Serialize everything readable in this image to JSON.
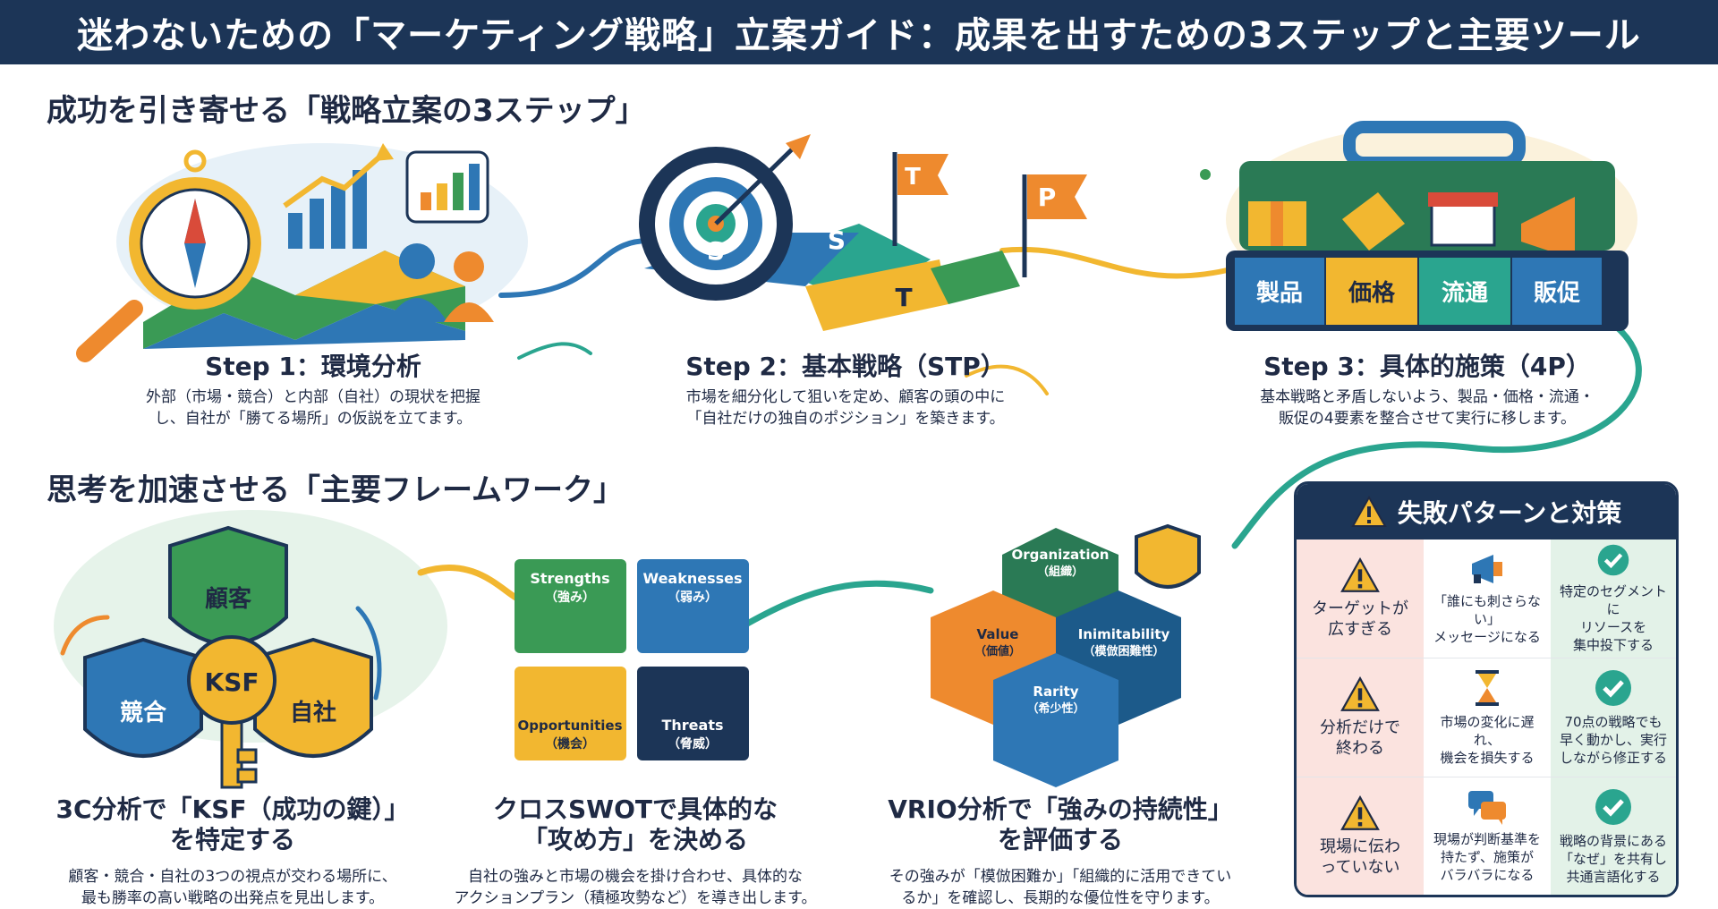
{
  "banner": {
    "title": "迷わないための「マーケティング戦略」立案ガイド：成果を出すための3ステップと主要ツール"
  },
  "section1": {
    "title": "成功を引き寄せる「戦略立案の3ステップ」"
  },
  "steps": [
    {
      "title": "Step 1：環境分析",
      "desc_line1": "外部（市場・競合）と内部（自社）の現状を把握",
      "desc_line2": "し、自社が「勝てる場所」の仮説を立てます。"
    },
    {
      "title": "Step 2：基本戦略（STP）",
      "desc_line1": "市場を細分化して狙いを定め、顧客の頭の中に",
      "desc_line2": "「自社だけの独自のポジション」を築きます。"
    },
    {
      "title": "Step 3：具体的施策（4P）",
      "desc_line1": "基本戦略と矛盾しないよう、製品・価格・流通・",
      "desc_line2": "販促の4要素を整合させて実行に移します。"
    }
  ],
  "stp_letters": {
    "s1": "S",
    "s2": "S",
    "t1": "T",
    "t2": "T",
    "p": "P"
  },
  "fourp": {
    "product": "製品",
    "price": "価格",
    "place": "流通",
    "promotion": "販促"
  },
  "section2": {
    "title": "思考を加速させる「主要フレームワーク」"
  },
  "threec": {
    "customer": "顧客",
    "competitor": "競合",
    "company": "自社",
    "key": "KSF"
  },
  "swot": {
    "s_en": "Strengths",
    "s_jp": "（強み）",
    "w_en": "Weaknesses",
    "w_jp": "（弱み）",
    "o_en": "Opportunities",
    "o_jp": "（機会）",
    "t_en": "Threats",
    "t_jp": "（脅威）"
  },
  "vrio": {
    "o_en": "Organization",
    "o_jp": "（組織）",
    "v_en": "Value",
    "v_jp": "（価値）",
    "i_en": "Inimitability",
    "i_jp": "（模倣困難性）",
    "r_en": "Rarity",
    "r_jp": "（希少性）"
  },
  "frameworks": [
    {
      "title_line1": "3C分析で「KSF（成功の鍵）」",
      "title_line2": "を特定する",
      "desc_line1": "顧客・競合・自社の3つの視点が交わる場所に、",
      "desc_line2": "最も勝率の高い戦略の出発点を見出します。"
    },
    {
      "title_line1": "クロスSWOTで具体的な",
      "title_line2": "「攻め方」を決める",
      "desc_line1": "自社の強みと市場の機会を掛け合わせ、具体的な",
      "desc_line2": "アクションプラン（積極攻勢など）を導き出します。"
    },
    {
      "title_line1": "VRIO分析で「強みの持続性」",
      "title_line2": "を評価する",
      "desc_line1": "その強みが「模倣困難か」「組織的に活用できてい",
      "desc_line2": "るか」を確認し、長期的な優位性を守ります。"
    }
  ],
  "failure": {
    "title": "失敗パターンと対策",
    "rows": [
      {
        "pattern_l1": "ターゲットが",
        "pattern_l2": "広すぎる",
        "effect_l1": "「誰にも刺さらない」",
        "effect_l2": "メッセージになる",
        "fix_l1": "特定のセグメントに",
        "fix_l2": "リソースを",
        "fix_l3": "集中投下する"
      },
      {
        "pattern_l1": "分析だけで",
        "pattern_l2": "終わる",
        "effect_l1": "市場の変化に遅れ、",
        "effect_l2": "機会を損失する",
        "fix_l1": "70点の戦略でも",
        "fix_l2": "早く動かし、実行",
        "fix_l3": "しながら修正する"
      },
      {
        "pattern_l1": "現場に伝わ",
        "pattern_l2": "っていない",
        "effect_l1": "現場が判断基準を",
        "effect_l2": "持たず、施策が",
        "effect_l3": "バラバラになる",
        "fix_l1": "戦略の背景にある",
        "fix_l2": "「なぜ」を共有し",
        "fix_l3": "共通言語化する"
      }
    ]
  },
  "colors": {
    "navy": "#1c3557",
    "blue": "#2e77b5",
    "teal": "#2aa58f",
    "green": "#3a9a55",
    "yellow": "#f2b730",
    "orange": "#ee8a2e",
    "red": "#d94b3a"
  }
}
